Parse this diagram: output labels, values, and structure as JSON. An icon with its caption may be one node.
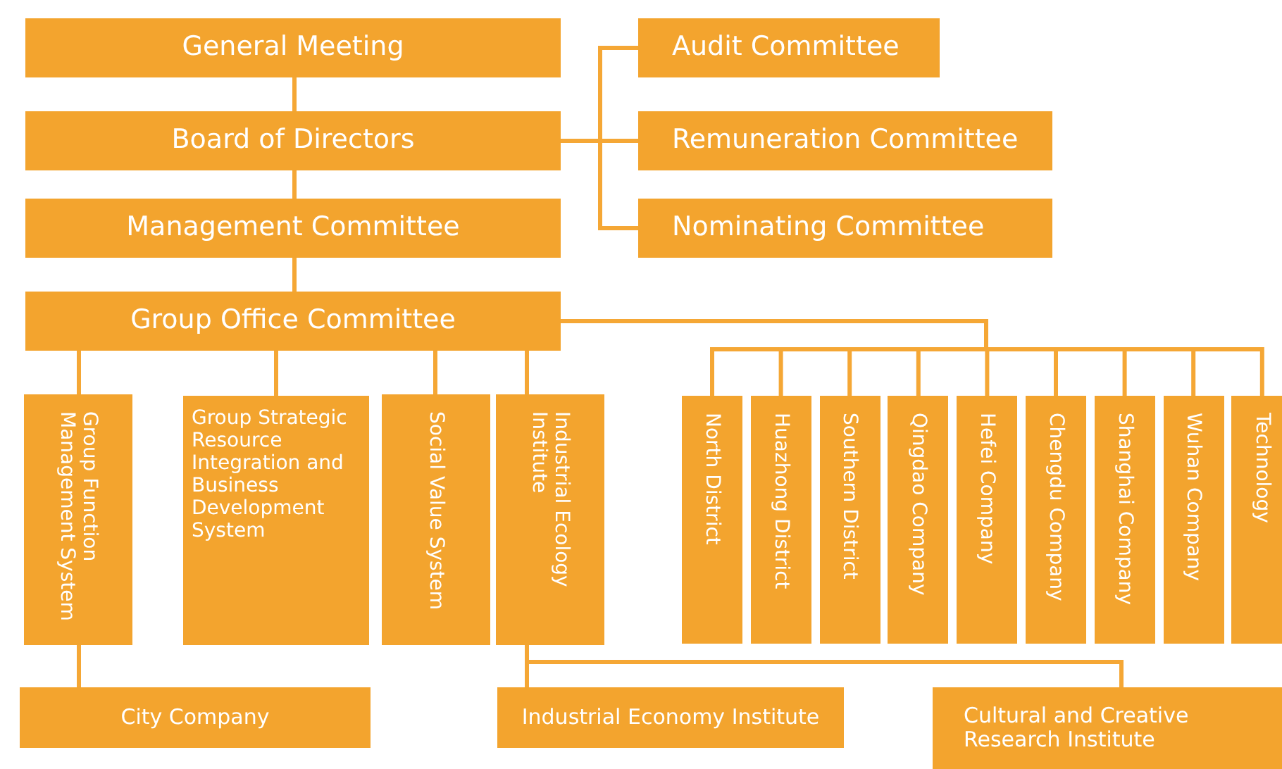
{
  "diagram": {
    "nodes": [
      {
        "text": [
          "General Meeting"
        ]
      },
      {
        "text": [
          "Board of Directors"
        ]
      },
      {
        "text": [
          "Management Committee"
        ]
      },
      {
        "text": [
          "Group Office Committee"
        ]
      },
      {
        "text": [
          "Audit Committee"
        ]
      },
      {
        "text": [
          "Remuneration Committee"
        ]
      },
      {
        "text": [
          "Nominating Committee"
        ]
      },
      {
        "text": [
          "Group Function Management System"
        ]
      },
      {
        "text": [
          "Group Strategic Resource Integration and Business Development System"
        ]
      },
      {
        "text": [
          "Social Value System"
        ]
      },
      {
        "text": [
          "Industrial Ecology Institute"
        ]
      },
      {
        "text": [
          "North District"
        ]
      },
      {
        "text": [
          "Huazhong District"
        ]
      },
      {
        "text": [
          "Southern District"
        ]
      },
      {
        "text": [
          "Qingdao Company"
        ]
      },
      {
        "text": [
          "Hefei Company"
        ]
      },
      {
        "text": [
          "Chengdu Company"
        ]
      },
      {
        "text": [
          "Shanghai Company"
        ]
      },
      {
        "text": [
          "Wuhan Company"
        ]
      },
      {
        "text": [
          "Technology"
        ]
      },
      {
        "text": [
          "City Company"
        ]
      },
      {
        "text": [
          "Industrial Economy Institute"
        ]
      },
      {
        "text": [
          "Cultural and Creative Research Institute"
        ]
      }
    ],
    "edges": [
      {
        "from": 0,
        "to": 1,
        "arrow": "none"
      },
      {
        "from": 1,
        "to": 2,
        "arrow": "none"
      },
      {
        "from": 2,
        "to": 3,
        "arrow": "none"
      },
      {
        "from": 1,
        "to": 4,
        "arrow": "none"
      },
      {
        "from": 1,
        "to": 5,
        "arrow": "none"
      },
      {
        "from": 1,
        "to": 6,
        "arrow": "none"
      },
      {
        "from": 3,
        "to": 7,
        "arrow": "none"
      },
      {
        "from": 3,
        "to": 8,
        "arrow": "none"
      },
      {
        "from": 3,
        "to": 9,
        "arrow": "none"
      },
      {
        "from": 3,
        "to": 10,
        "arrow": "none"
      },
      {
        "from": 3,
        "to": 11,
        "arrow": "none"
      },
      {
        "from": 3,
        "to": 12,
        "arrow": "none"
      },
      {
        "from": 3,
        "to": 13,
        "arrow": "none"
      },
      {
        "from": 3,
        "to": 14,
        "arrow": "none"
      },
      {
        "from": 3,
        "to": 15,
        "arrow": "none"
      },
      {
        "from": 3,
        "to": 16,
        "arrow": "none"
      },
      {
        "from": 3,
        "to": 17,
        "arrow": "none"
      },
      {
        "from": 3,
        "to": 18,
        "arrow": "none"
      },
      {
        "from": 3,
        "to": 19,
        "arrow": "none"
      },
      {
        "from": 7,
        "to": 20,
        "arrow": "none"
      },
      {
        "from": 10,
        "to": 21,
        "arrow": "none"
      },
      {
        "from": 10,
        "to": 22,
        "arrow": "none"
      }
    ]
  }
}
